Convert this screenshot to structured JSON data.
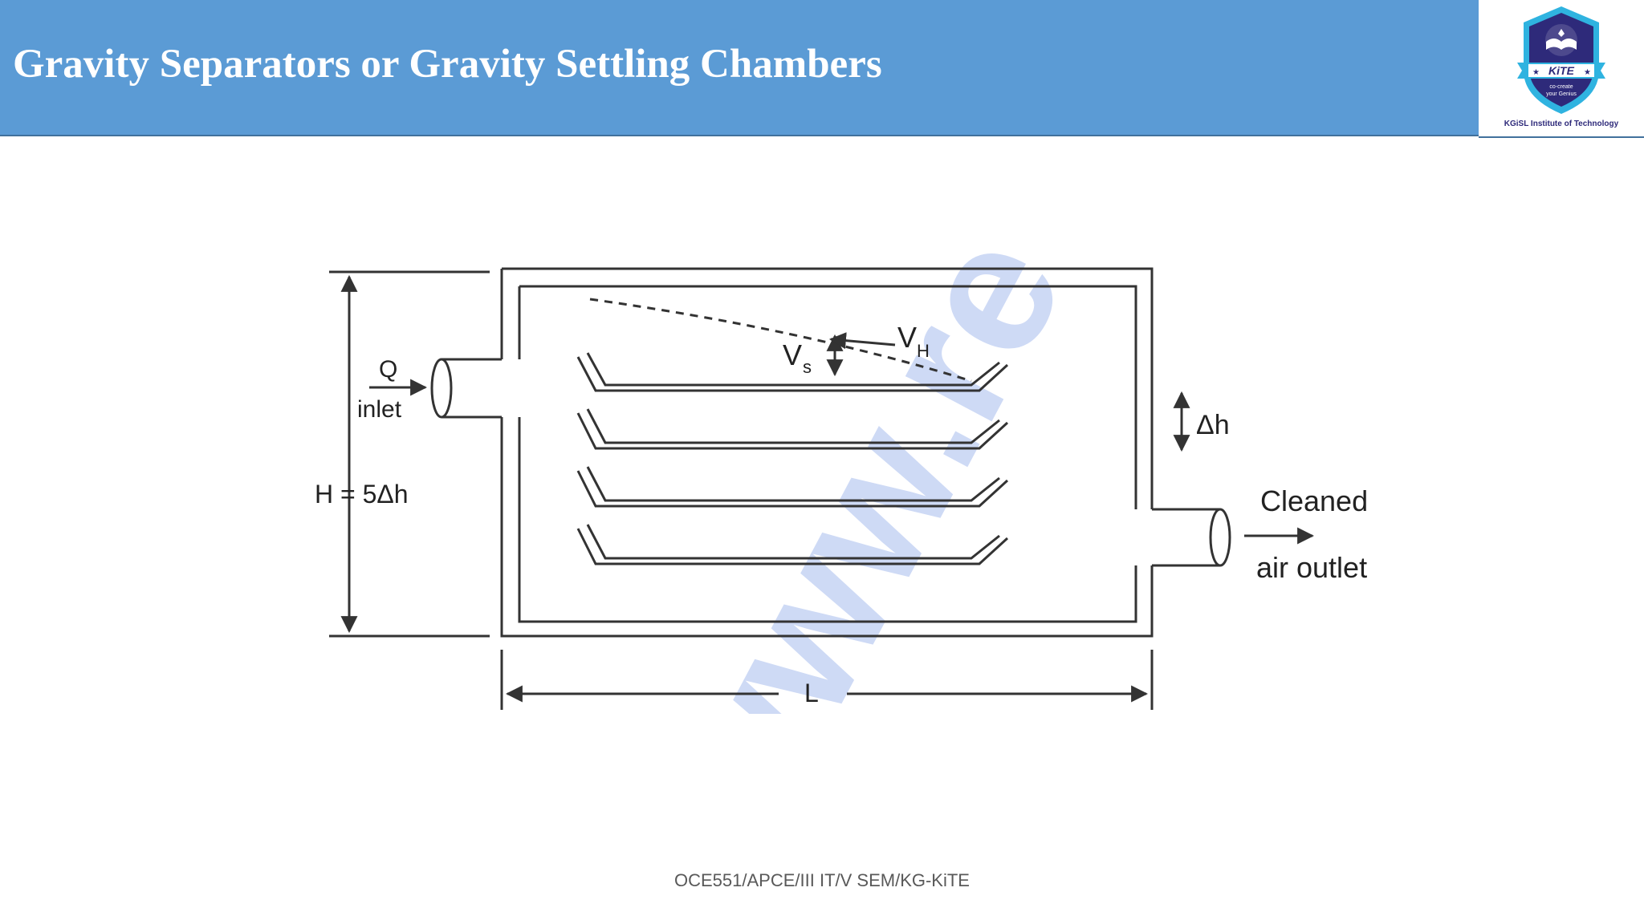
{
  "slide": {
    "title": "Gravity Separators or Gravity Settling Chambers",
    "footer": "OCE551/APCE/III IT/V SEM/KG-KiTE"
  },
  "logo": {
    "icon": "book-shield-emblem",
    "badge_text": "KiTE",
    "tagline_line1": "co-create",
    "tagline_line2": "your Genius",
    "institute": "KGiSL Institute of Technology"
  },
  "diagram": {
    "inlet_flow_label": "Q",
    "inlet_label": "inlet",
    "height_label": "H = 5Δh",
    "settling_velocity_label": "V",
    "settling_velocity_sub": "s",
    "horizontal_velocity_label": "V",
    "horizontal_velocity_sub": "H",
    "tray_spacing_label": "Δh",
    "outlet_label_line1": "Cleaned",
    "outlet_label_line2": "air outlet",
    "length_label": "L",
    "watermark_text": "www.re"
  },
  "colors": {
    "header_blue": "#5b9bd5",
    "header_border": "#41719c",
    "logo_navy": "#2e2a7a",
    "logo_cyan": "#2fb3e0",
    "watermark": "#c9d6f5"
  }
}
